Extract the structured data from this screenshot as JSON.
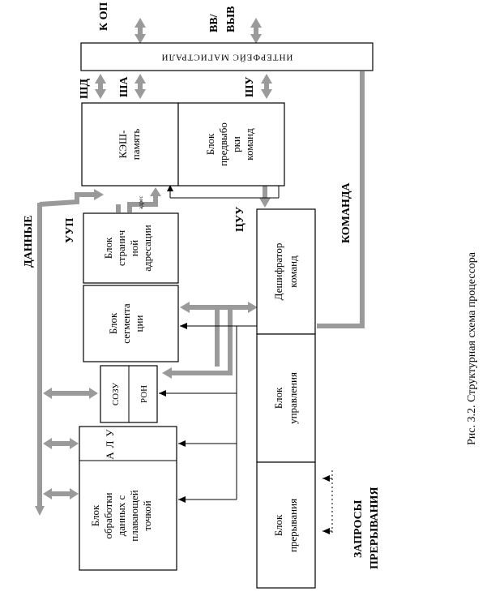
{
  "caption": "Рис. 3.2. Структурная схема процессора",
  "interface_bus": "ИНТЕРФЕЙС  МАГИСТРАЛИ",
  "labels": {
    "k_op": "К ОП",
    "vv_vyv_1": "ВВ/",
    "vv_vyv_2": "ВЫВ",
    "shd": "ШД",
    "sha": "ША",
    "shu": "ШУ",
    "dannye": "ДАННЫЕ",
    "uup": "УУП",
    "adres": "адрес",
    "tsuu": "ЦУУ",
    "komanda": "КОМАНДА",
    "zaprosy": "ЗАПРОСЫ",
    "preryvaniya": "ПРЕРЫВАНИЯ"
  },
  "blocks": {
    "cache": [
      "КЭШ-",
      "память"
    ],
    "prefetch": [
      "Блок",
      "предвыбо",
      "рки",
      "команд"
    ],
    "paging": [
      "Блок",
      "странич",
      "ной",
      "адресации"
    ],
    "segment": [
      "Блок",
      "сегмента",
      "ции"
    ],
    "sozu": "СОЗУ",
    "ron": "РОН",
    "alu": [
      "А",
      "Л",
      "У"
    ],
    "fpu": [
      "Блок",
      "обработки",
      "данных с",
      "плавающей",
      "точкой"
    ],
    "decoder": [
      "Дешифратор",
      "команд"
    ],
    "control": [
      "Блок",
      "управления"
    ],
    "interrupt": [
      "Блок",
      "прерывания"
    ]
  }
}
